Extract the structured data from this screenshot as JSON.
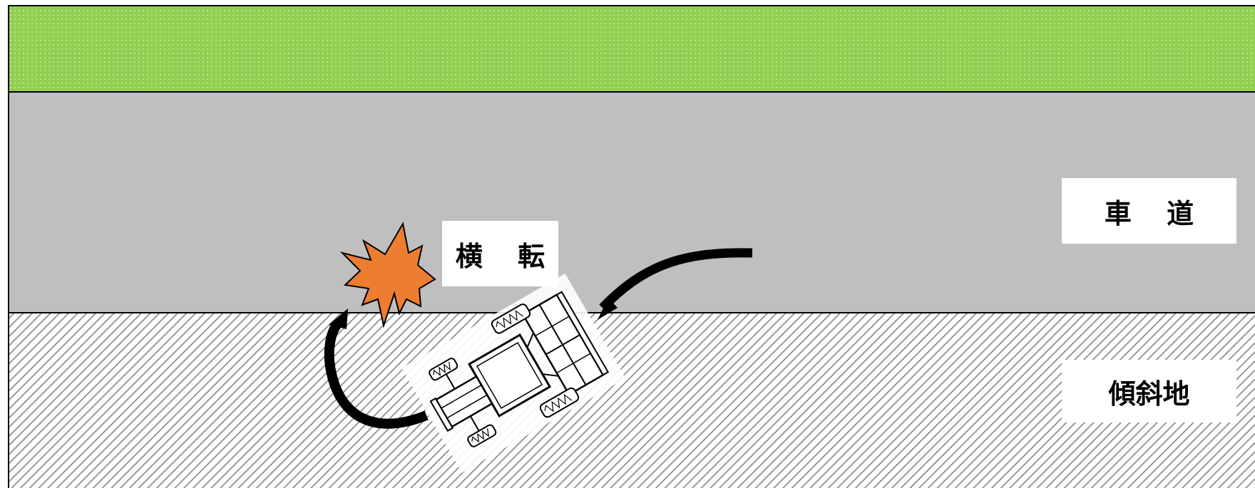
{
  "labels": {
    "road": "車 道",
    "slope": "傾斜地",
    "rollover": "横 転"
  },
  "colors": {
    "grass": "#92d050",
    "road": "#bfbfbf",
    "slope_hatch": "#7f7f7f",
    "explosion": "#ed7d31",
    "arrow": "#000000",
    "label_bg": "#ffffff"
  },
  "icons": {
    "explosion": "explosion-icon",
    "tractor": "tractor-icon",
    "approach_arrow": "curved-arrow-icon",
    "rollover_arrow": "curved-arrow-icon"
  }
}
